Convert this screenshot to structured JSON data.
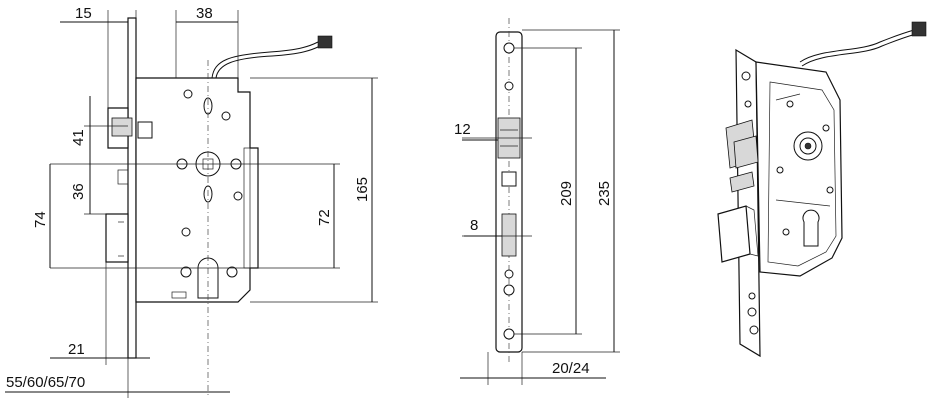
{
  "dimensions": {
    "side_view": {
      "d15": "15",
      "d38": "38",
      "d41": "41",
      "d36": "36",
      "d74": "74",
      "d72": "72",
      "d165": "165",
      "d21": "21",
      "backset": "55/60/65/70"
    },
    "front_view": {
      "d12": "12",
      "d8": "8",
      "d209": "209",
      "d235": "235",
      "faceplate": "20/24"
    }
  },
  "colors": {
    "line": "#111111",
    "background": "#ffffff",
    "shading": "#d8d8d8"
  }
}
